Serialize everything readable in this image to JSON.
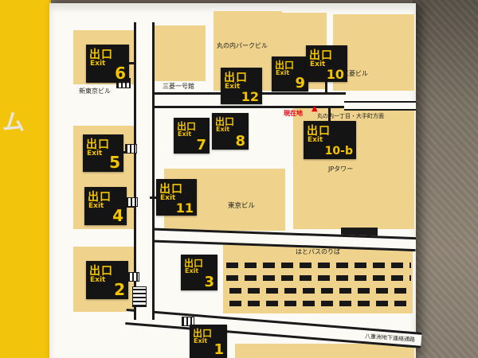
{
  "side_panel": {
    "partial_text": "ム"
  },
  "map": {
    "exit_label_jp": "出口",
    "exit_label_en": "Exit",
    "exits": [
      {
        "id": "6"
      },
      {
        "id": "12"
      },
      {
        "id": "9"
      },
      {
        "id": "10"
      },
      {
        "id": "7"
      },
      {
        "id": "8"
      },
      {
        "id": "10-b"
      },
      {
        "id": "5"
      },
      {
        "id": "11"
      },
      {
        "id": "4"
      },
      {
        "id": "2"
      },
      {
        "id": "3"
      },
      {
        "id": "1"
      }
    ],
    "buildings": [
      {
        "name": "丸の内パークビル"
      },
      {
        "name": "三菱一号館"
      },
      {
        "name": "新東京ビル"
      },
      {
        "name": "三菱ビル"
      },
      {
        "name": "JPタワー"
      },
      {
        "name": "東京ビル"
      }
    ],
    "areas": [
      {
        "name": "はとバスのりば"
      },
      {
        "name": "八重洲地下連絡通路"
      }
    ],
    "current_location": {
      "label": "現在地",
      "marker": "▲"
    },
    "direction_note": "丸の内一丁目・大手町方面",
    "colors": {
      "board_yellow": "#f3c40c",
      "building_tan": "#efd28c",
      "exit_black": "#141414",
      "exit_text_yellow": "#f3c400",
      "marker_red": "#e60012",
      "map_white": "#fbfaf4"
    }
  }
}
